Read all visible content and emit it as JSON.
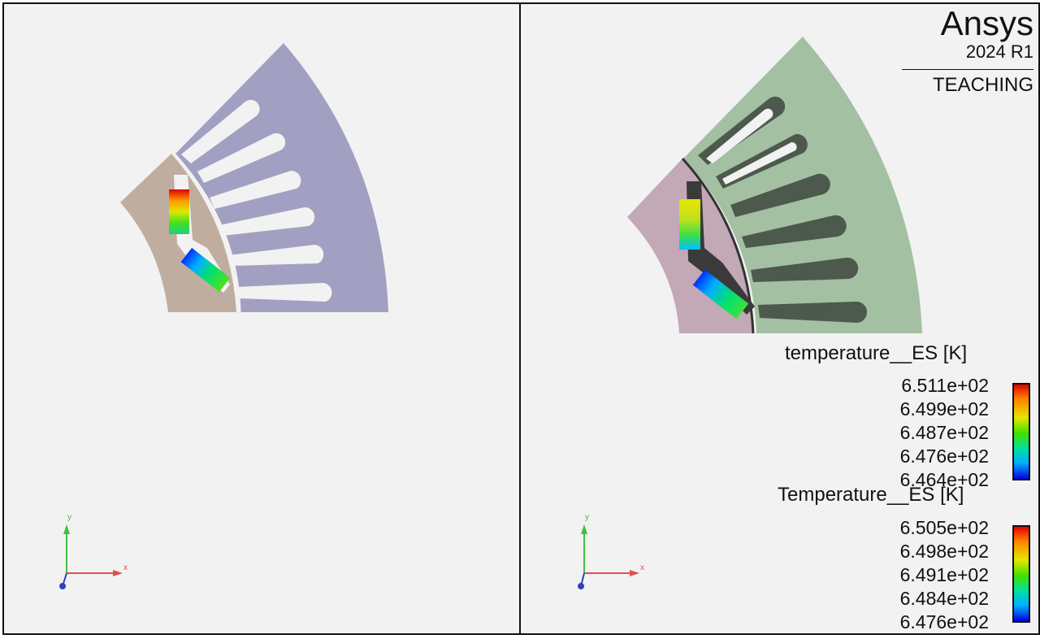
{
  "branding": {
    "name": "Ansys",
    "version": "2024 R1",
    "edition": "TEACHING"
  },
  "legends": [
    {
      "title": "temperature__ES [K]",
      "labels": [
        "6.511e+02",
        "6.499e+02",
        "6.487e+02",
        "6.476e+02",
        "6.464e+02"
      ]
    },
    {
      "title": "Temperature__ES [K]",
      "labels": [
        "6.505e+02",
        "6.498e+02",
        "6.491e+02",
        "6.484e+02",
        "6.476e+02"
      ]
    }
  ],
  "axes": {
    "x": "x",
    "y": "y"
  },
  "colors": {
    "viewport_bg": "#f2f2f2",
    "stator_left": "#a1a0c2",
    "rotor_left": "#bfae9f",
    "stator_right": "#a3c0a2",
    "rotor_right": "#c3a8b6",
    "slot_shadow": "#4d594c"
  }
}
